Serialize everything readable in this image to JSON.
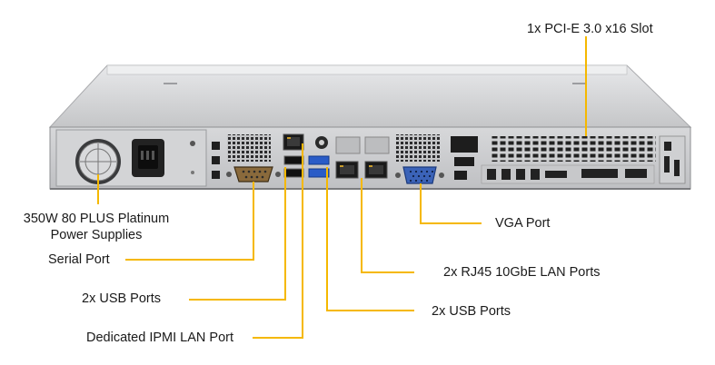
{
  "labels": {
    "pcie": "1x PCI-E 3.0 x16 Slot",
    "psu_line1": "350W 80 PLUS Platinum",
    "psu_line2": "Power Supplies",
    "serial": "Serial Port",
    "usb_left": "2x USB Ports",
    "ipmi": "Dedicated IPMI  LAN Port",
    "vga": "VGA Port",
    "rj45": "2x RJ45 10GbE LAN Ports",
    "usb_right": "2x USB Ports"
  },
  "colors": {
    "callout": "#f5b800",
    "chassis": "#c9cacc",
    "panel": "#d8d9db",
    "port_blue": "#2a5cc7",
    "vga_blue": "#3b63b8",
    "serial_body": "#8a6a3c"
  }
}
